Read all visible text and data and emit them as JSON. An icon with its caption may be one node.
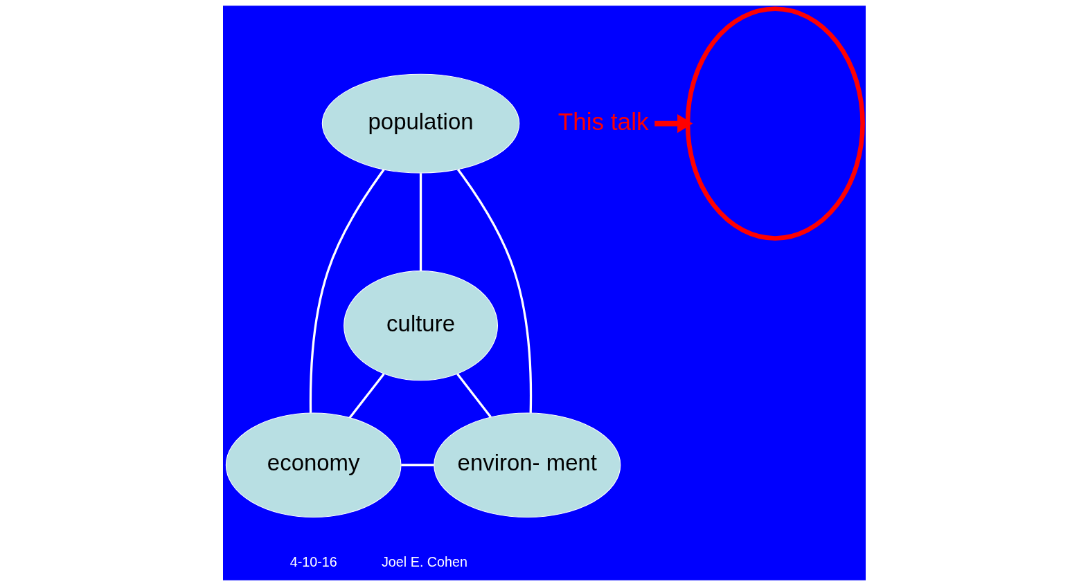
{
  "diagram": {
    "nodes": [
      {
        "text": [
          "population"
        ]
      },
      {
        "text": [
          "culture"
        ]
      },
      {
        "text": [
          "economy"
        ]
      },
      {
        "text": [
          "environ- ment"
        ]
      },
      {
        "text": [
          "This talk"
        ]
      },
      {
        "text": [],
        "shape": "ellipse"
      }
    ],
    "edges": [
      {
        "from": 0,
        "to": 1,
        "arrow": "none"
      },
      {
        "from": 0,
        "to": 2,
        "arrow": "none"
      },
      {
        "from": 0,
        "to": 3,
        "arrow": "none"
      },
      {
        "from": 1,
        "to": 2,
        "arrow": "none"
      },
      {
        "from": 1,
        "to": 3,
        "arrow": "none"
      },
      {
        "from": 2,
        "to": 3,
        "arrow": "none"
      },
      {
        "from": 4,
        "to": 5,
        "arrow": "to",
        "style": "thick",
        "color": "#ff0000"
      }
    ],
    "labels": [
      "4-10-16",
      "Joel E. Cohen"
    ]
  }
}
